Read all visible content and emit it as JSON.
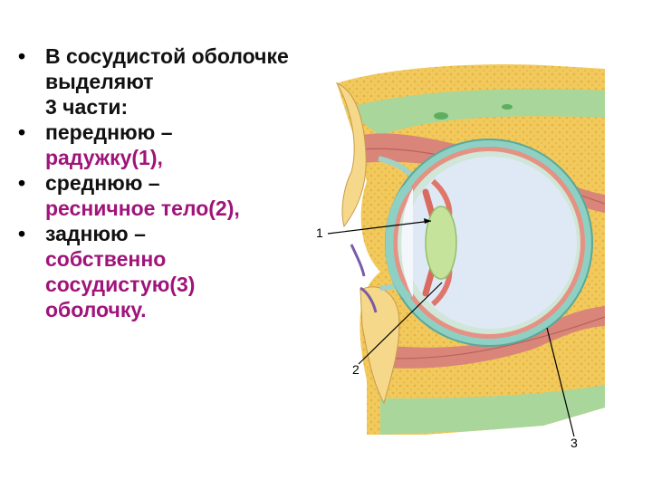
{
  "bullets": [
    {
      "black": "В сосудистой оболочке выделяют",
      "magenta": "3 части:"
    },
    {
      "black": "переднюю –",
      "magenta": "радужку(1),"
    },
    {
      "black": "среднюю –",
      "magenta": "ресничное тело(2),"
    },
    {
      "black": "заднюю –",
      "magenta": "собственно сосудистую(3) оболочку."
    }
  ],
  "bullet_symbol": "•",
  "labels": {
    "one": "1",
    "two": "2",
    "three": "3"
  },
  "colors": {
    "accent_text": "#a0147a",
    "fat": "#f0c85a",
    "muscle": "#d9857a",
    "sclera": "#8fd0c4",
    "vitreous": "#dfe9f5",
    "lens": "#c5e39a"
  }
}
